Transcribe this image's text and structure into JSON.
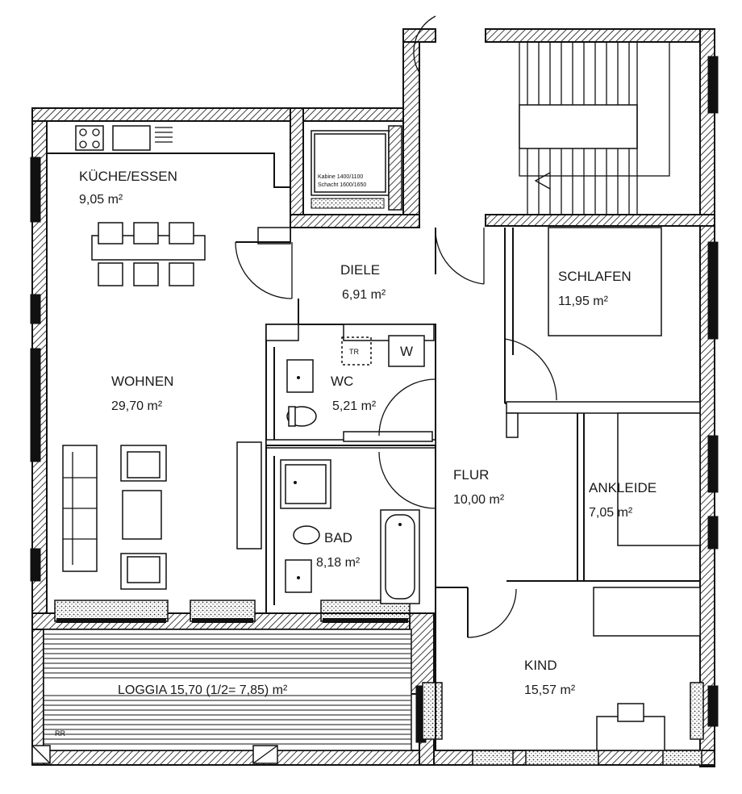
{
  "rooms": {
    "kueche": {
      "name": "KÜCHE/ESSEN",
      "area": "9,05 m²"
    },
    "diele": {
      "name": "DIELE",
      "area": "6,91 m²"
    },
    "schlafen": {
      "name": "SCHLAFEN",
      "area": "11,95 m²"
    },
    "wohnen": {
      "name": "WOHNEN",
      "area": "29,70 m²"
    },
    "wc": {
      "name": "WC",
      "area": "5,21 m²"
    },
    "flur": {
      "name": "FLUR",
      "area": "10,00 m²"
    },
    "ankleide": {
      "name": "ANKLEIDE",
      "area": "7,05 m²"
    },
    "bad": {
      "name": "BAD",
      "area": "8,18 m²"
    },
    "kind": {
      "name": "KIND",
      "area": "15,57 m²"
    },
    "loggia": {
      "label": "LOGGIA 15,70 (1/2= 7,85) m²"
    }
  },
  "elevator": {
    "cabin": "Kabine  1400/1100",
    "shaft": "Schacht 1600/1650"
  },
  "fixtures": {
    "washer": "W",
    "dryer": "TR",
    "rain_pipe": "RR"
  }
}
